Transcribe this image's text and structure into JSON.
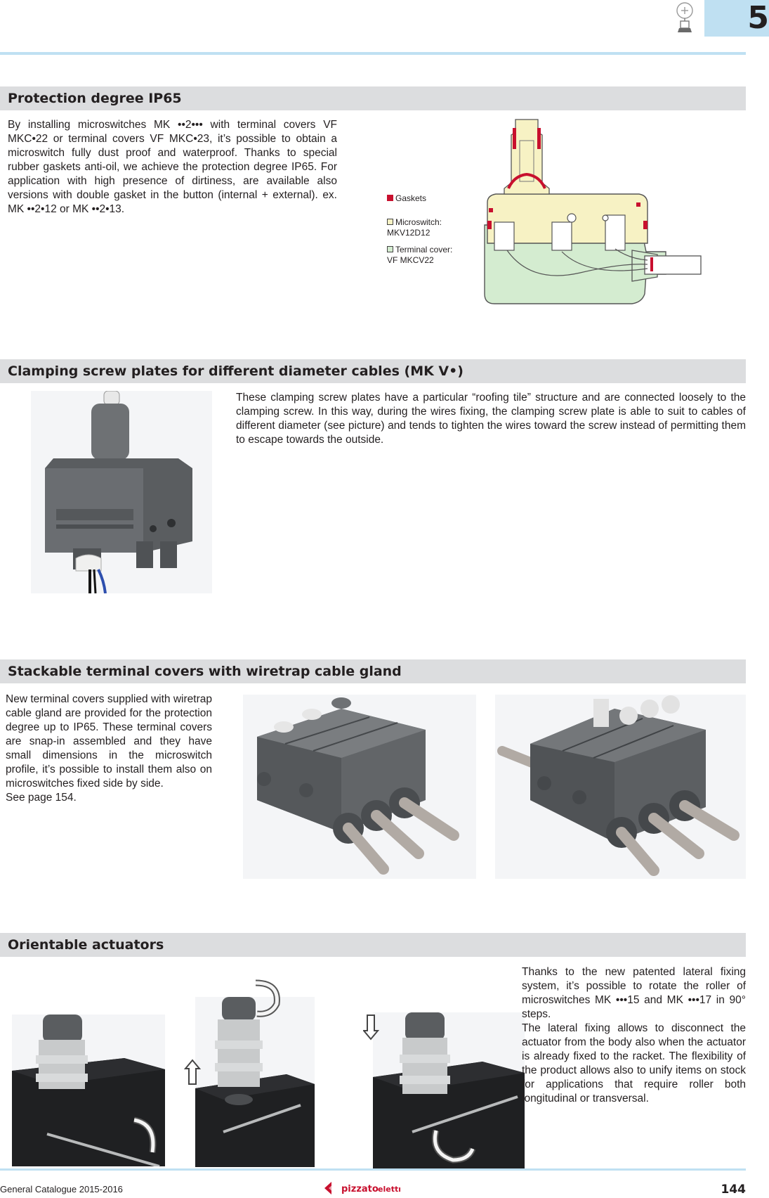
{
  "header": {
    "chapter_number": "5"
  },
  "sections": {
    "ip65": {
      "title": "Protection degree IP65",
      "text": "By installing microswitches MK ••2••• with terminal covers  VF MKC•22 or terminal covers VF MKC•23, it’s possible to obtain a microswitch fully dust proof and waterproof. Thanks to special rubber gaskets anti-oil, we achieve the protection degree IP65. For application with high presence of dirtiness, are available also versions with double gasket in the button (internal + external). ex. MK ••2•12 or MK ••2•13.",
      "legend": {
        "gaskets": "Gaskets",
        "microswitch_label": "Microswitch:",
        "microswitch_code": "MKV12D12",
        "terminal_label": "Terminal cover:",
        "terminal_code": "VF MKCV22"
      },
      "colors": {
        "gasket": "#c8102e",
        "microswitch": "#f7f2c4",
        "terminal": "#d4ecd0"
      }
    },
    "clamping": {
      "title": "Clamping screw plates for different diameter cables  (MK V•)",
      "text": "These clamping screw plates have a particular “roofing tile” structure and are connected loosely to the clamping screw. In this way, during the wires fixing, the clamping screw plate is able to suit to cables of different diameter (see picture) and tends to tighten the wires toward the screw instead of permitting them to escape towards the outside."
    },
    "stackable": {
      "title": "Stackable terminal covers with wiretrap cable gland",
      "text_main": "New terminal covers supplied with wiretrap cable gland are provided for the protection degree up to IP65. These terminal covers are snap-in assembled and they have small dimensions in the microswitch profile, it’s possible to install them also on microswitches fixed side by side.",
      "text_ref": "See page 154."
    },
    "orientable": {
      "title": "Orientable actuators",
      "text_p1": "Thanks to the new patented lateral fixing system, it’s possible to rotate the roller of microswitches MK •••15 and MK •••17 in 90° steps.",
      "text_p2": "The lateral fixing allows to disconnect the actuator from the body also when the actuator is already fixed to the racket. The flexibility of the product allows also to unify items on stock for applications that require roller both longitudinal or transversal."
    }
  },
  "footer": {
    "catalogue": "General Catalogue 2015-2016",
    "page": "144",
    "brand": "pizzato elettrica",
    "brand_color": "#c8102e"
  }
}
